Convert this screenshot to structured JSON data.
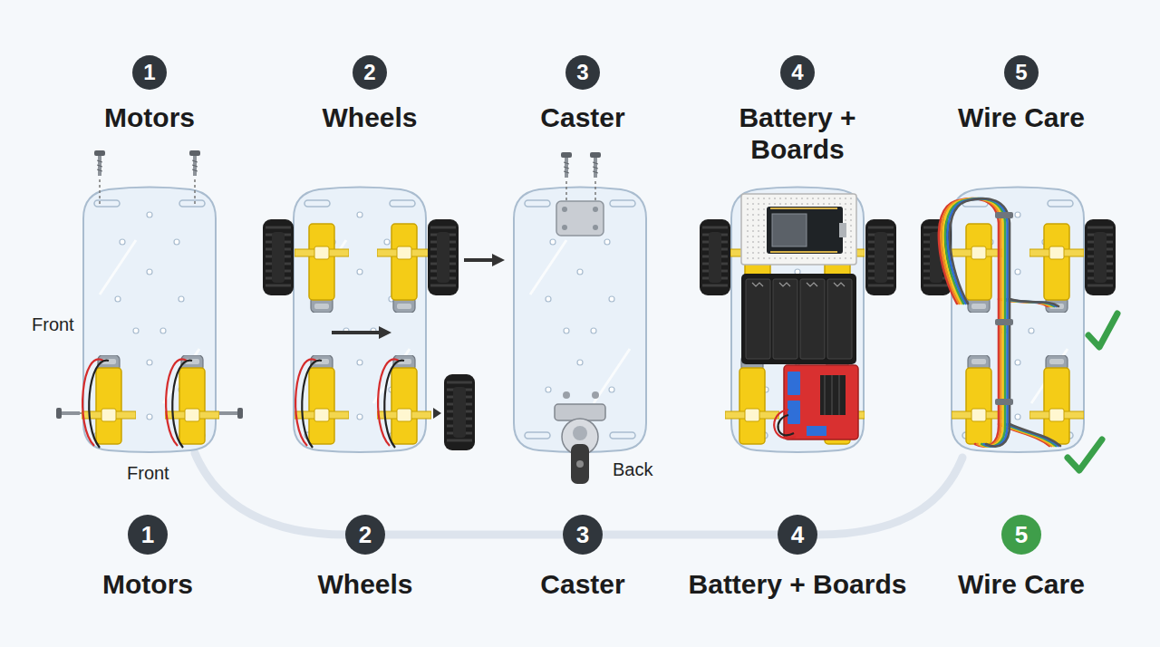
{
  "diagram": {
    "nodes": [
      {
        "text": [
          "1",
          "Motors"
        ]
      },
      {
        "text": [
          "2",
          "Wheels"
        ]
      },
      {
        "text": [
          "3",
          "Caster"
        ]
      },
      {
        "text": [
          "4",
          "Battery + Boards"
        ]
      },
      {
        "text": [
          "5",
          "Wire Care"
        ]
      },
      {
        "text": [
          "1",
          "Motors"
        ]
      },
      {
        "text": [
          "2",
          "Wheels"
        ]
      },
      {
        "text": [
          "3",
          "Caster"
        ]
      },
      {
        "text": [
          "4",
          "Battery + Boards"
        ]
      },
      {
        "text": [
          "5",
          "Wire Care"
        ]
      }
    ],
    "edges": [
      {
        "from": 6,
        "to": 7,
        "arrow": "none"
      },
      {
        "from": 7,
        "to": 8,
        "arrow": "none"
      }
    ],
    "labels": [
      "Front",
      "Front",
      "Back"
    ]
  }
}
